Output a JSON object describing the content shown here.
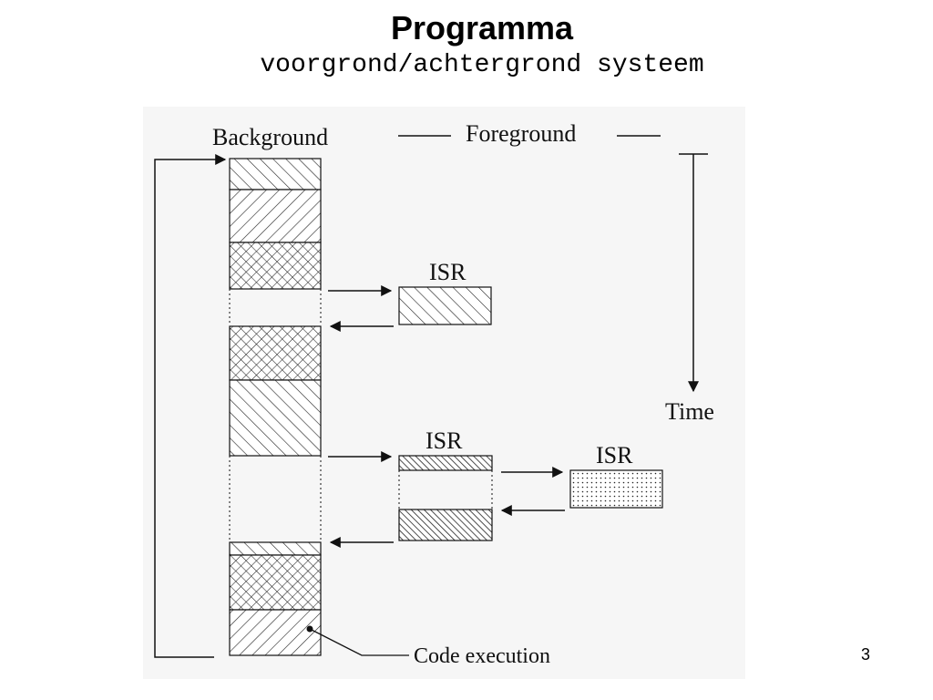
{
  "slide": {
    "title": "Programma",
    "subtitle": "voorgrond/achtergrond systeem",
    "page_number": "3"
  },
  "diagram": {
    "labels": {
      "background": "Background",
      "foreground": "Foreground",
      "time": "Time",
      "isr_1": "ISR",
      "isr_2": "ISR",
      "isr_3": "ISR",
      "code_execution": "Code execution"
    }
  }
}
